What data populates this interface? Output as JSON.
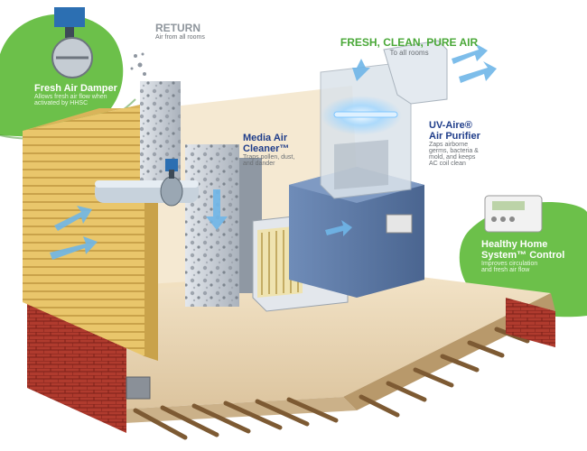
{
  "colors": {
    "green": "#6cc04a",
    "dark_green": "#3f8f2c",
    "title_green": "#4aa838",
    "title_blue": "#1f3d8a",
    "siding": "#e7c46a",
    "brick": "#a8352a",
    "duct": "#c9cfd6",
    "cabinet": "#5b79a6",
    "floor": "#ead9bd",
    "airflow": "#6fb6e8",
    "uv_light": "#7fc6ff"
  },
  "labels": {
    "fresh_air_damper": {
      "title": "Fresh Air Damper",
      "description": [
        "Allows fresh air flow when",
        "activated by HHSC"
      ]
    },
    "return": {
      "title": "RETURN",
      "description": "Air from all rooms"
    },
    "fresh_clean": {
      "title": "FRESH, CLEAN, PURE AIR",
      "description": "To all rooms"
    },
    "media_air_cleaner": {
      "title": [
        "Media Air",
        "Cleaner™"
      ],
      "description": [
        "Traps pollen, dust,",
        "and dander"
      ]
    },
    "uv_aire": {
      "title": [
        "UV-Aire®",
        "Air Purifier"
      ],
      "description": [
        "Zaps airborne",
        "germs, bacteria &",
        "mold, and keeps",
        "AC coil clean"
      ]
    },
    "healthy_home": {
      "title": [
        "Healthy Home",
        "System™ Control"
      ],
      "description": [
        "Improves circulation",
        "and fresh air flow"
      ]
    }
  },
  "icons": [
    "damper-valve-icon",
    "thermostat-control-icon",
    "media-filter-icon",
    "uv-lamp-icon",
    "airflow-arrow-icon"
  ]
}
